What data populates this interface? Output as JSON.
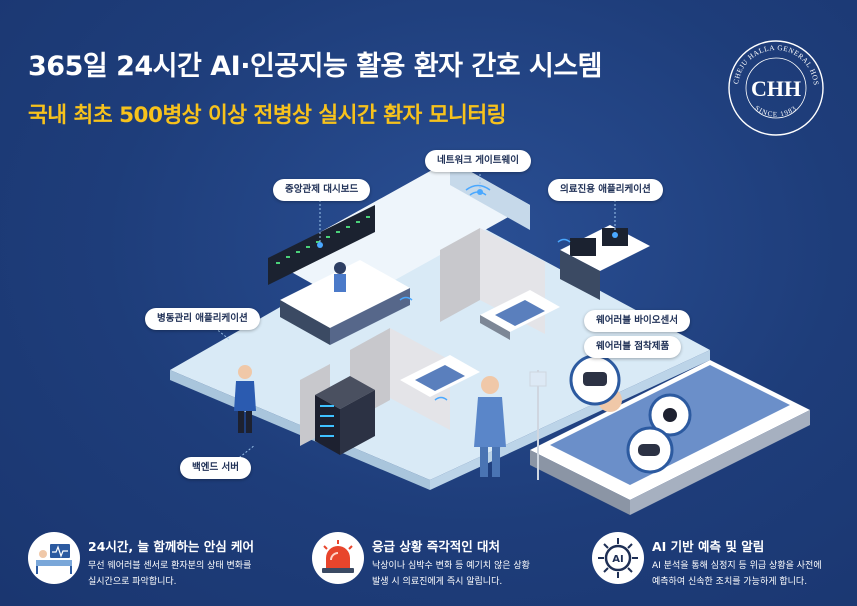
{
  "header": {
    "title": "365일 24시간 AI·인공지능 활용 환자 간호 시스템",
    "subtitle": "국내 최초 500병상 이상 전병상 실시간 환자 모니터링"
  },
  "seal": {
    "monogram": "CHH",
    "ring_text": "CHEJU HALLA GENERAL HOSPITAL",
    "since": "SINCE 1983"
  },
  "callouts": {
    "network_gateway": "네트워크 게이트웨이",
    "central_dashboard": "중앙관제 대시보드",
    "medical_app": "의료진용 애플리케이션",
    "ward_app": "병동관리 애플리케이션",
    "wearable_biosensor": "웨어러블 바이오센서",
    "wearable_patch": "웨어러블 점착제품",
    "backend_server": "백엔드 서버"
  },
  "features": [
    {
      "title": "24시간, 늘 함께하는 안심 케어",
      "desc1": "무선 웨어러블 센서로 환자분의 상태 변화를",
      "desc2": "실시간으로 파악합니다.",
      "icon": "patient-monitor-icon"
    },
    {
      "title": "응급 상황 즉각적인 대처",
      "desc1": "낙상이나 심박수 변화 등 예기치 않은 상황",
      "desc2": "발생 시 의료진에게 즉시 알립니다.",
      "icon": "emergency-siren-icon"
    },
    {
      "title": "AI 기반 예측 및 알림",
      "desc1": "AI 분석을 통해 심정지 등 위급 상황을 사전에",
      "desc2": "예측하여 신속한 조치를 가능하게 합니다.",
      "icon_label": "AI",
      "icon": "ai-chip-icon"
    }
  ],
  "colors": {
    "background": "#1e3d7a",
    "accent_yellow": "#f7c21c",
    "siren_red": "#e8452c",
    "floor": "#d6e8f5"
  }
}
